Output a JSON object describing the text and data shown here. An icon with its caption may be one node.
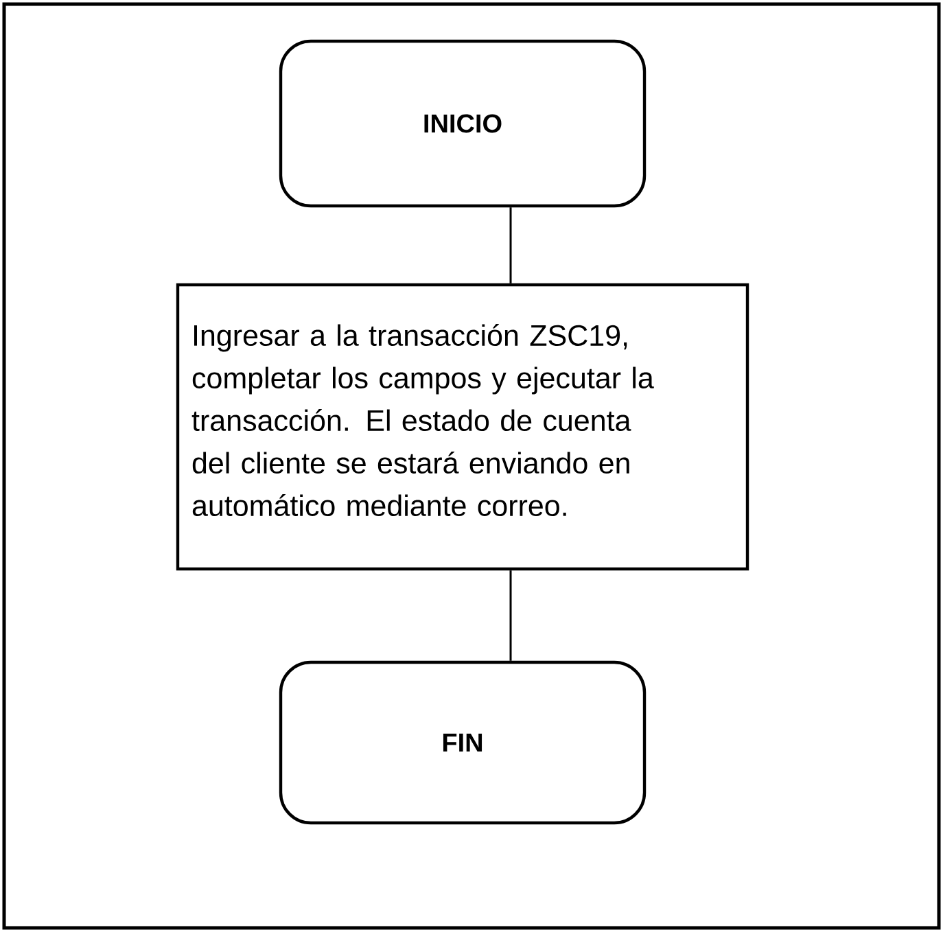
{
  "diagram": {
    "nodes": [
      {
        "text": [
          "INICIO"
        ]
      },
      {
        "text": [
          "Ingresar a la transacción ZSC19, completar los campos y ejecutar la transacción. El estado de cuenta del cliente se estará enviando en automático mediante correo."
        ]
      },
      {
        "text": [
          "FIN"
        ]
      }
    ],
    "edges": [
      {
        "from": 0,
        "to": 1,
        "arrow": "none"
      },
      {
        "from": 1,
        "to": 2,
        "arrow": "none"
      }
    ]
  }
}
